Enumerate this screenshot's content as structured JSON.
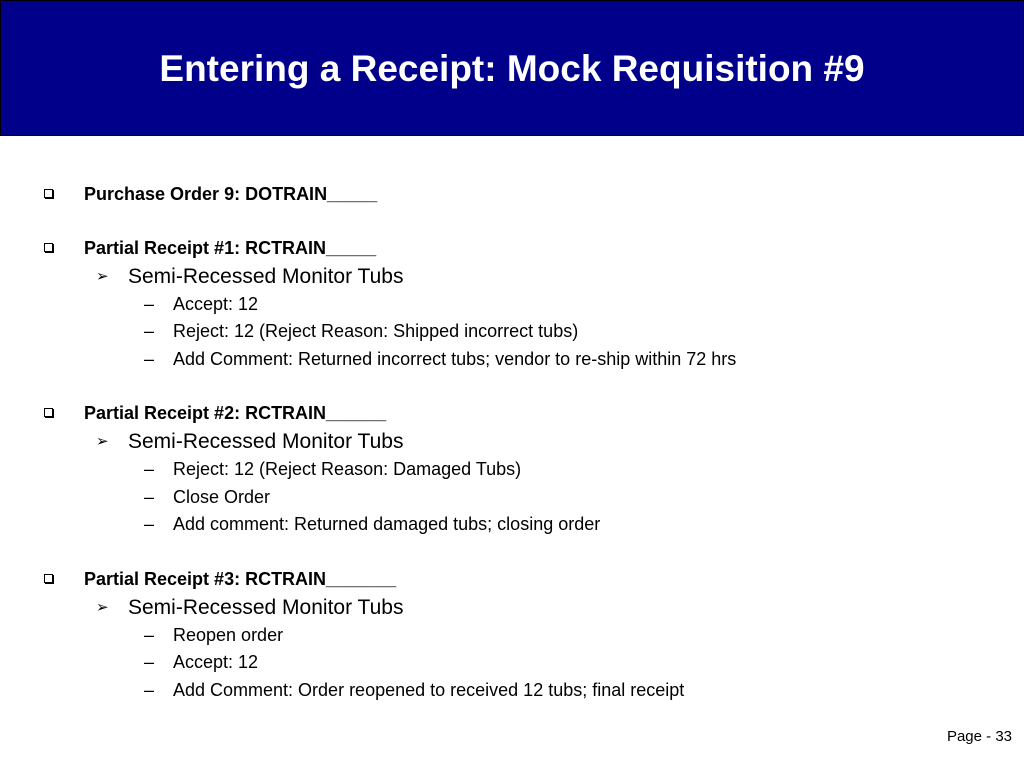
{
  "slide": {
    "title": "Entering a Receipt: Mock Requisition #9",
    "page_label": "Page - 33",
    "header_color": "#00008b"
  },
  "icons": {
    "level1": "hollow-square-bullet",
    "level2": "arrowhead-bullet",
    "level3": "en-dash-bullet"
  },
  "glyphs": {
    "arrow": "➢",
    "dash": "–"
  },
  "sections": [
    {
      "heading": "Purchase Order 9: DOTRAIN_____",
      "item": "",
      "subitems": []
    },
    {
      "heading": "Partial Receipt #1: RCTRAIN_____",
      "item": "Semi-Recessed Monitor Tubs",
      "subitems": [
        "Accept: 12",
        "Reject: 12 (Reject Reason: Shipped incorrect tubs)",
        "Add Comment: Returned incorrect tubs; vendor to re-ship within 72 hrs"
      ]
    },
    {
      "heading": "Partial Receipt #2: RCTRAIN______",
      "item": "Semi-Recessed Monitor Tubs",
      "subitems": [
        "Reject: 12 (Reject Reason: Damaged Tubs)",
        "Close Order",
        "Add comment: Returned damaged tubs; closing order"
      ]
    },
    {
      "heading": "Partial Receipt #3: RCTRAIN_______",
      "item": "Semi-Recessed Monitor Tubs",
      "subitems": [
        "Reopen order",
        "Accept: 12",
        "Add Comment: Order reopened to received 12 tubs; final receipt"
      ]
    }
  ]
}
